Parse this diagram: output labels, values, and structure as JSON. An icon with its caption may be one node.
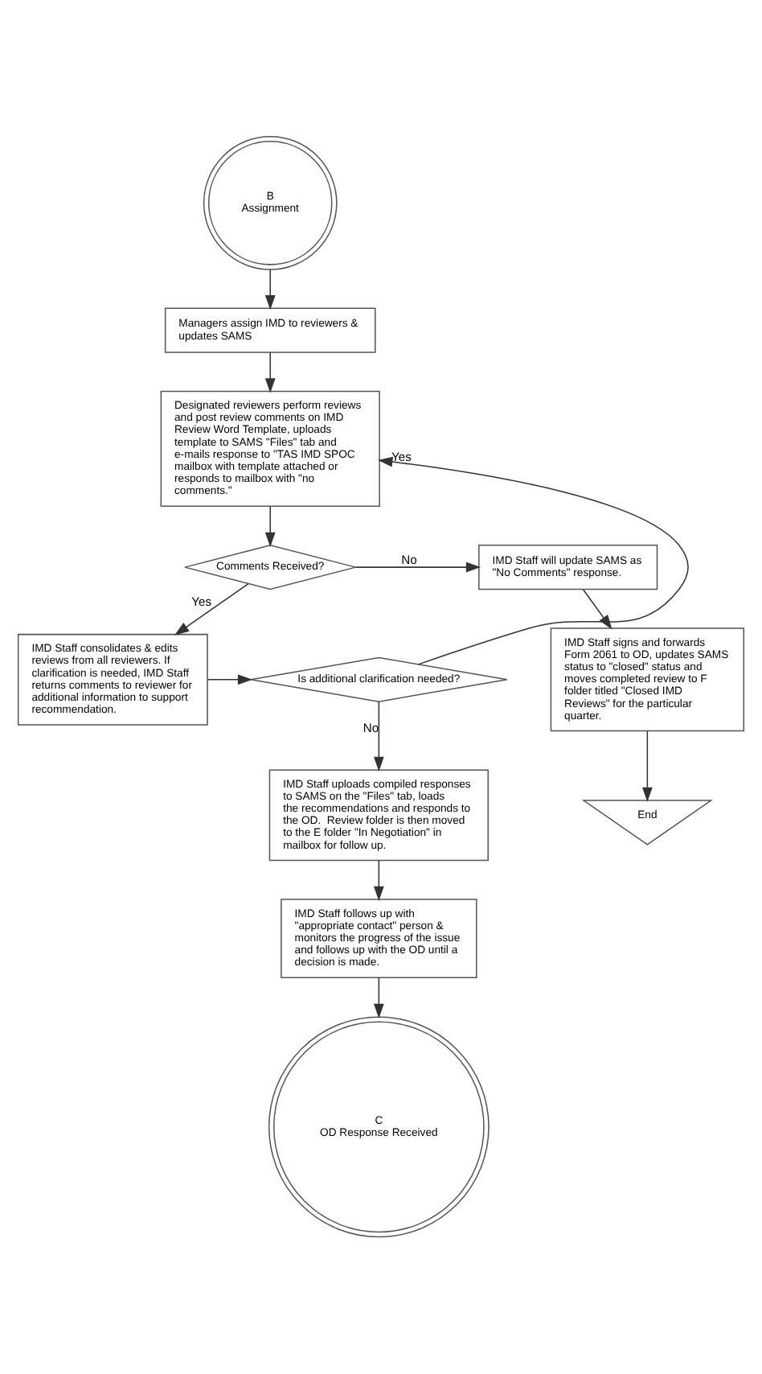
{
  "diagram": {
    "nodes": [
      {
        "text": [
          "B",
          "Assignment"
        ]
      },
      {
        "text": [
          "Managers assign IMD to reviewers & updates SAMS"
        ]
      },
      {
        "text": [
          "Designated reviewers perform reviews and post review comments on IMD Review Word Template, uploads template to SAMS \"Files\" tab and e-mails response to \"TAS IMD SPOC mailbox with template attached or responds to mailbox with \"no comments.\""
        ]
      },
      {
        "text": [
          "Comments Received?"
        ]
      },
      {
        "text": [
          "IMD Staff will update SAMS as \"No Comments\" response."
        ]
      },
      {
        "text": [
          "IMD Staff signs and forwards Form 2061 to OD, updates SAMS status to \"closed\" status and moves completed review to F folder titled \"Closed IMD Reviews\" for the particular quarter."
        ]
      },
      {
        "text": [
          "End"
        ]
      },
      {
        "text": [
          "IMD Staff consolidates & edits reviews from all reviewers. If clarification is needed, IMD Staff returns comments to reviewer for additional information to support recommendation."
        ]
      },
      {
        "text": [
          "Is additional clarification needed?"
        ]
      },
      {
        "text": [
          "IMD Staff uploads compiled responses to SAMS on the \"Files\" tab, loads the recommendations and responds to the OD.  Review folder is then moved to the E folder \"In Negotiation\" in mailbox for follow up."
        ]
      },
      {
        "text": [
          "IMD Staff follows up with \"appropriate contact\" person & monitors the progress of the issue and follows up with the OD until a decision is made."
        ]
      },
      {
        "text": [
          "C",
          "OD Response Received"
        ]
      }
    ],
    "edges": [
      {
        "from": 0,
        "to": 1,
        "arrow": "to"
      },
      {
        "from": 1,
        "to": 2,
        "arrow": "to"
      },
      {
        "from": 2,
        "to": 3,
        "arrow": "to"
      },
      {
        "from": 3,
        "to": 4,
        "arrow": "to",
        "label": "No"
      },
      {
        "from": 4,
        "to": 5,
        "arrow": "to"
      },
      {
        "from": 5,
        "to": 6,
        "arrow": "to"
      },
      {
        "from": 3,
        "to": 7,
        "arrow": "to",
        "label": "Yes"
      },
      {
        "from": 7,
        "to": 8,
        "arrow": "to"
      },
      {
        "from": 8,
        "to": 2,
        "arrow": "to",
        "label": "Yes"
      },
      {
        "from": 8,
        "to": 9,
        "arrow": "to",
        "label": "No"
      },
      {
        "from": 9,
        "to": 10,
        "arrow": "to"
      },
      {
        "from": 10,
        "to": 11,
        "arrow": "to"
      }
    ]
  }
}
